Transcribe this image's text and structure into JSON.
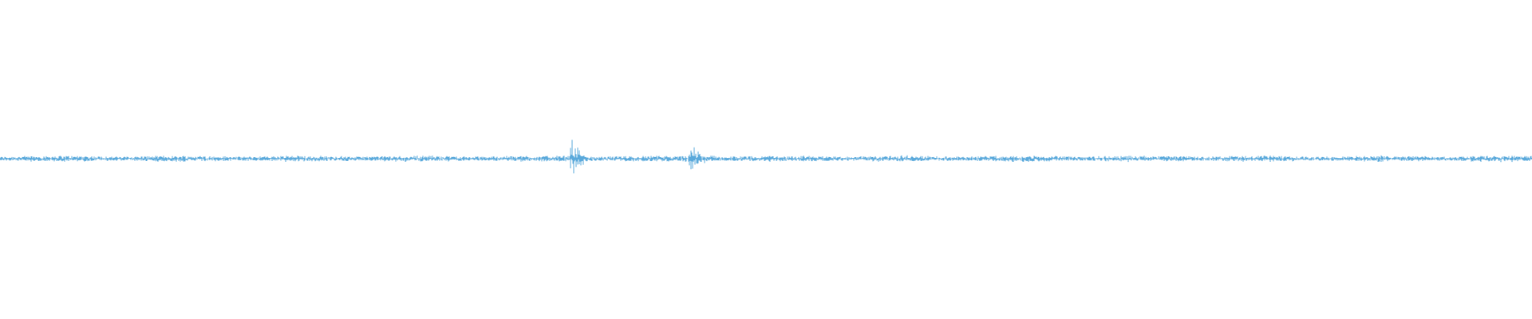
{
  "waveform": {
    "color": "#5aa9db",
    "background": "#ffffff",
    "baseline_amplitude": 0.018,
    "events": [
      {
        "position": 0.3728,
        "amplitude": 0.16,
        "decay": 0.006
      },
      {
        "position": 0.4505,
        "amplitude": 0.1,
        "decay": 0.01
      }
    ]
  }
}
